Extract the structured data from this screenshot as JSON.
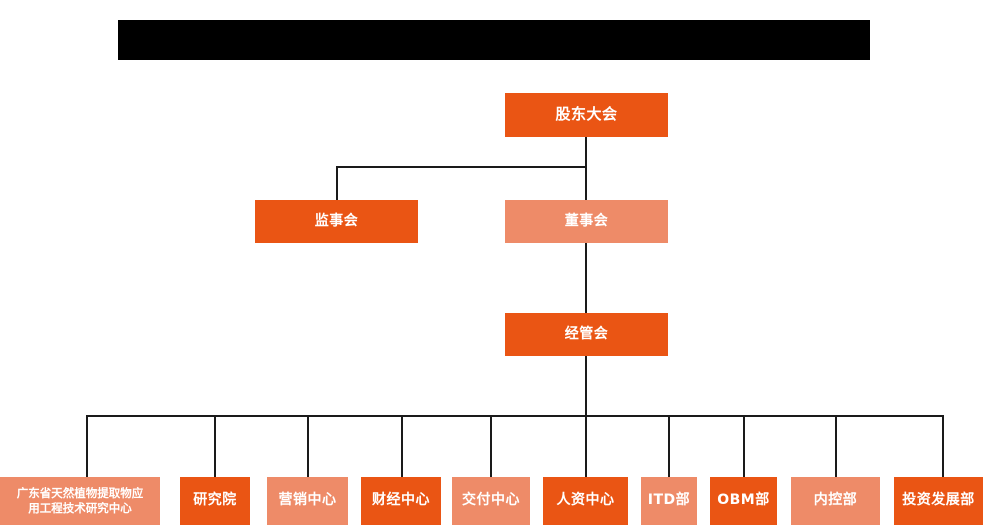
{
  "diagram": {
    "title_bar": {
      "name": "redacted-title-bar",
      "text": ""
    },
    "type": "organization-chart",
    "colors": {
      "primary": "#EA5514",
      "secondary": "#EE8B68",
      "connector": "#1a1a1a",
      "background": "#ffffff",
      "redaction": "#000000",
      "node_text": "#ffffff"
    },
    "levels": [
      {
        "level": 1,
        "nodes": [
          {
            "id": "shareholders-meeting",
            "label": "股东大会",
            "style": "primary"
          }
        ]
      },
      {
        "level": 2,
        "nodes": [
          {
            "id": "supervisory-board",
            "label": "监事会",
            "style": "primary"
          },
          {
            "id": "board-of-directors",
            "label": "董事会",
            "style": "secondary"
          }
        ]
      },
      {
        "level": 3,
        "nodes": [
          {
            "id": "management-committee",
            "label": "经管会",
            "style": "primary"
          }
        ]
      },
      {
        "level": 4,
        "nodes": [
          {
            "id": "guangdong-research-center",
            "label_line1": "广东省天然植物提取物应",
            "label_line2": "用工程技术研究中心",
            "style": "secondary"
          },
          {
            "id": "research-institute",
            "label": "研究院",
            "style": "primary"
          },
          {
            "id": "marketing-center",
            "label": "营销中心",
            "style": "secondary"
          },
          {
            "id": "finance-center",
            "label": "财经中心",
            "style": "primary"
          },
          {
            "id": "delivery-center",
            "label": "交付中心",
            "style": "secondary"
          },
          {
            "id": "hr-center",
            "label": "人资中心",
            "style": "primary"
          },
          {
            "id": "itd-department",
            "label": "ITD部",
            "style": "secondary"
          },
          {
            "id": "obm-department",
            "label": "OBM部",
            "style": "primary"
          },
          {
            "id": "internal-control-department",
            "label": "内控部",
            "style": "secondary"
          },
          {
            "id": "investment-development-department",
            "label": "投资发展部",
            "style": "primary"
          }
        ]
      }
    ]
  }
}
